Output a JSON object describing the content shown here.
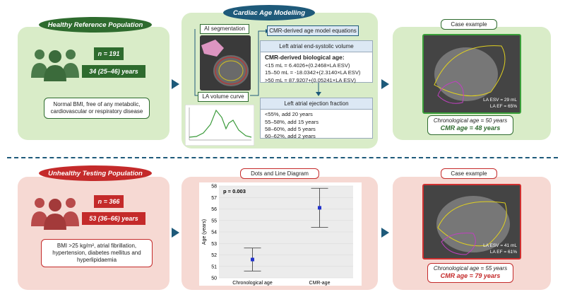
{
  "top": {
    "healthy_title": "Healthy Reference Population",
    "n": "n = 191",
    "age": "34 (25–46) years",
    "criteria": "Normal BMI, free of any metabolic, cardiovascular or respiratory disease",
    "modelling_title": "Cardiac Age Modelling",
    "ai_seg": "AI segmentation",
    "la_curve": "LA volume curve",
    "cmr_eq_label": "CMR-derived age model equations",
    "esv_head": "Left atrial end-systolic volume",
    "bio_age_head": "CMR-derived biological age:",
    "eq1": "<15 mL = 6.4026+(0.2468×LA ESV)",
    "eq2": "15–50 mL = -18.0342+(2.3140×LA ESV)",
    "eq3": ">50 mL = 87.9207+(0.05241×LA ESV)",
    "ef_head": "Left atrial ejection fraction",
    "ef1": "<55%, add 20 years",
    "ef2": "55–58%, add 15 years",
    "ef3": "58–60%, add 5 years",
    "ef4": "60–62%, add 2 years",
    "case_title": "Case example",
    "case_esv": "LA ESV = 29 mL",
    "case_ef": "LA EF = 65%",
    "chrono": "Chronological age = 50 years",
    "cmr_age": "CMR age = 48 years"
  },
  "bottom": {
    "unhealthy_title": "Unhealthy Testing Population",
    "n": "n = 366",
    "age": "53 (36–66) years",
    "criteria": "BMI >25 kg/m², atrial fibrillation, hypertension, diabetes mellitus and hyperlipidaemia",
    "dots_title": "Dots and Line Diagram",
    "case_title": "Case example",
    "case_esv": "LA ESV = 41 mL",
    "case_ef": "LA EF = 61%",
    "chrono": "Chronological age = 55 years",
    "cmr_age": "CMR age = 79 years"
  },
  "colors": {
    "green_dark": "#2e6b2e",
    "red_dark": "#c42a2a",
    "teal": "#1e5a7a",
    "panel_green": "#d9ecc8",
    "panel_red": "#f6d9d3"
  },
  "chart_data": {
    "type": "scatter",
    "title": "",
    "p_value": "p = 0.003",
    "xlabel": "",
    "ylabel": "Age (years)",
    "categories": [
      "Chronological age",
      "CMR-age"
    ],
    "mean": [
      51.6,
      56.1
    ],
    "lower": [
      50.6,
      54.4
    ],
    "upper": [
      52.6,
      57.8
    ],
    "ylim": [
      50,
      58
    ],
    "yticks": [
      "50",
      "51",
      "52",
      "53",
      "54",
      "55",
      "56",
      "57",
      "58"
    ],
    "grid": true
  }
}
